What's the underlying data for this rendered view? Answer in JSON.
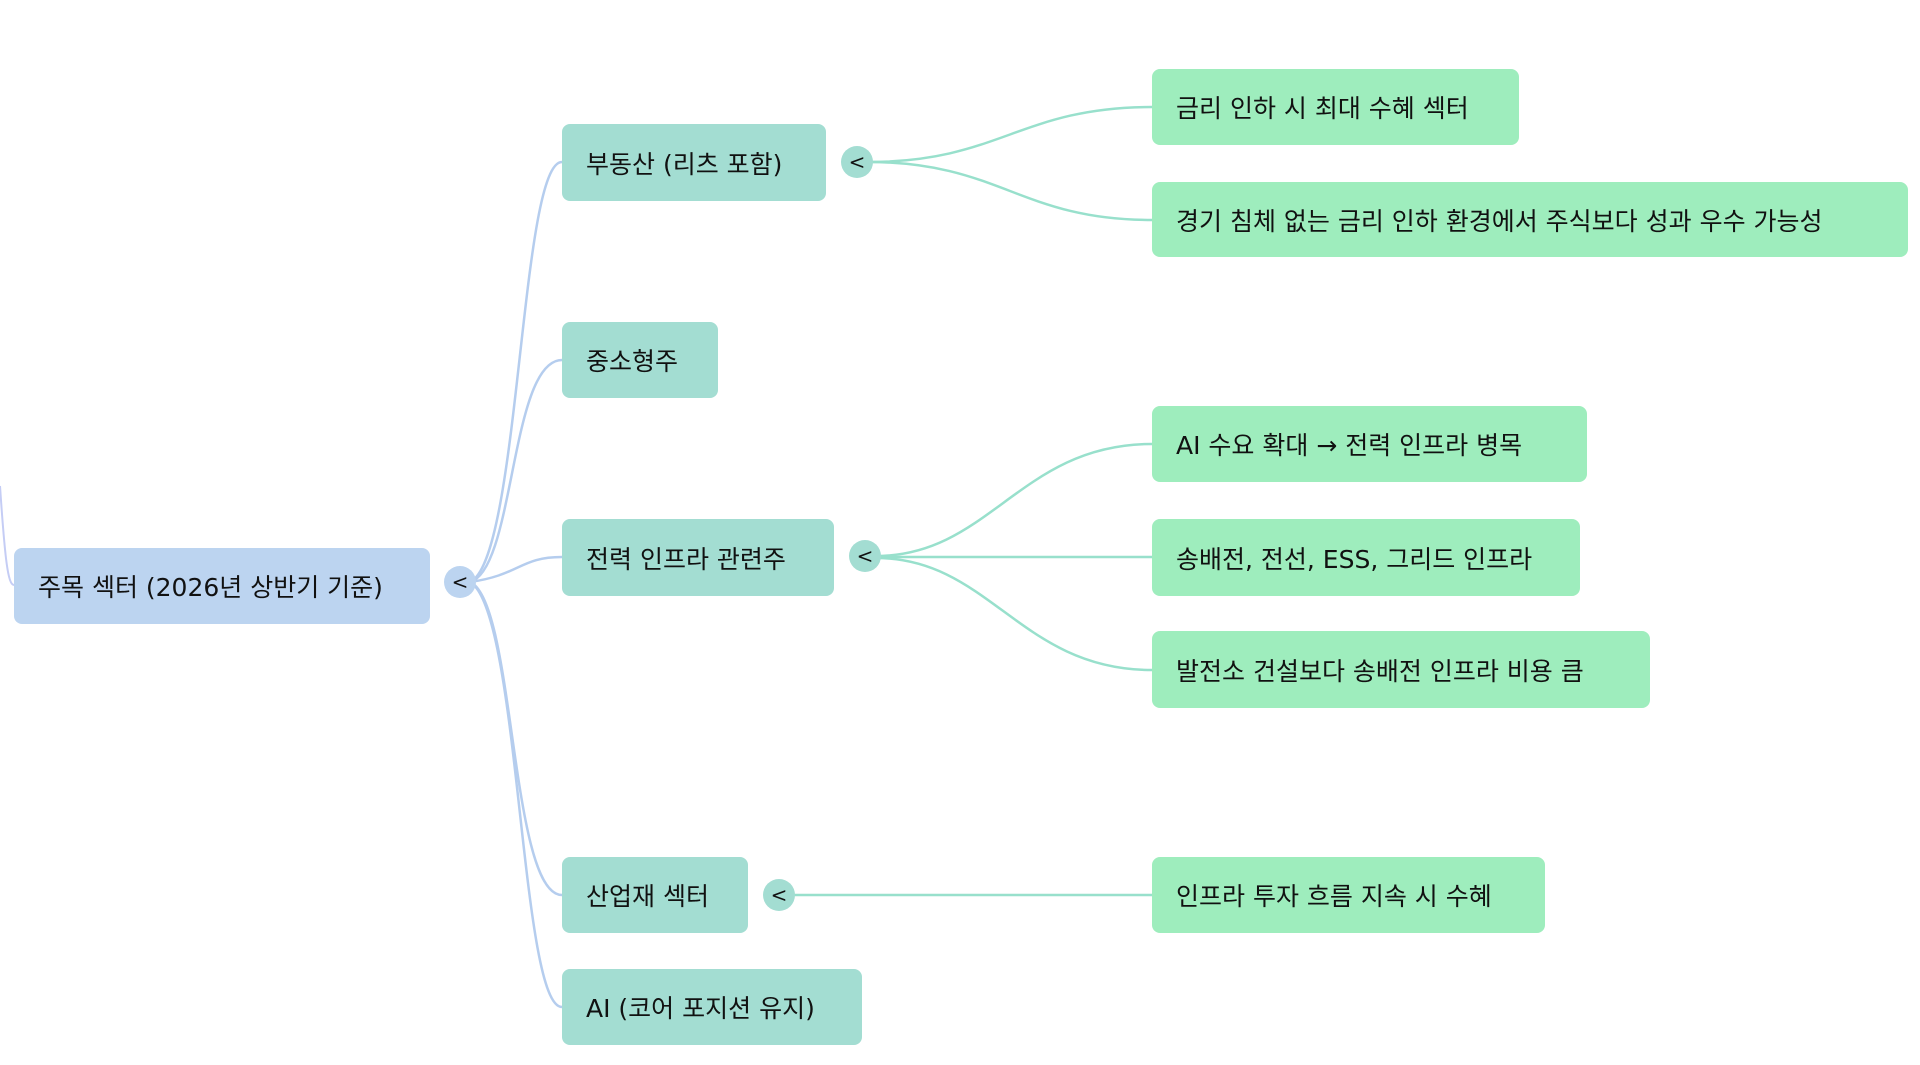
{
  "colors": {
    "root": "#bcd4f0",
    "level1": "#a3ddd2",
    "level2": "#9eedbd",
    "edge_root": "#b5cdee",
    "edge_level1": "#98e0cc"
  },
  "toggle_symbol": "<",
  "root": {
    "label": "주목 섹터 (2026년 상반기 기준)"
  },
  "sectors": [
    {
      "label": "부동산 (리츠 포함)",
      "children": [
        "금리 인하 시 최대 수혜 섹터",
        "경기 침체 없는 금리 인하 환경에서 주식보다 성과 우수 가능성"
      ]
    },
    {
      "label": "중소형주",
      "children": []
    },
    {
      "label": "전력 인프라 관련주",
      "children": [
        "AI 수요 확대 → 전력 인프라 병목",
        "송배전, 전선, ESS, 그리드 인프라",
        "발전소 건설보다 송배전 인프라 비용 큼"
      ]
    },
    {
      "label": "산업재 섹터",
      "children": [
        "인프라 투자 흐름 지속 시 수혜"
      ]
    },
    {
      "label": "AI (코어 포지션 유지)",
      "children": []
    }
  ]
}
